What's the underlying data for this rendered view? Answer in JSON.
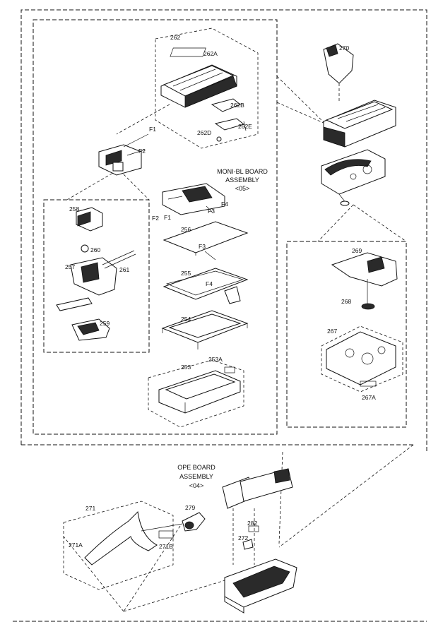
{
  "part_labels": {
    "p262": "262",
    "p262A": "262A",
    "p262B": "262B",
    "p262E": "262E",
    "p262D": "262D",
    "p270": "270",
    "f1_top": "F1",
    "f2_top": "F2",
    "p258": "258",
    "p260": "260",
    "p257": "257",
    "p261": "261",
    "p259": "259",
    "f2_mid": "F2",
    "f1_mid": "F1",
    "f3_mid": "F3",
    "f4_mid": "F4",
    "p256": "256",
    "f3_low": "F3",
    "p255": "255",
    "f4_low": "F4",
    "p254": "254",
    "p253": "253",
    "p253A": "253A",
    "p269": "269",
    "p268": "268",
    "p267": "267",
    "p267A": "267A",
    "p271": "271",
    "p279": "279",
    "p271A": "271A",
    "p271B": "271B",
    "p282": "282",
    "p272": "272"
  },
  "assembly_labels": {
    "moni_line1": "MONI-BL BOARD",
    "moni_line2": "ASSEMBLY",
    "moni_line3": "<05>",
    "ope_line1": "OPE BOARD",
    "ope_line2": "ASSEMBLY",
    "ope_line3": "<04>"
  }
}
